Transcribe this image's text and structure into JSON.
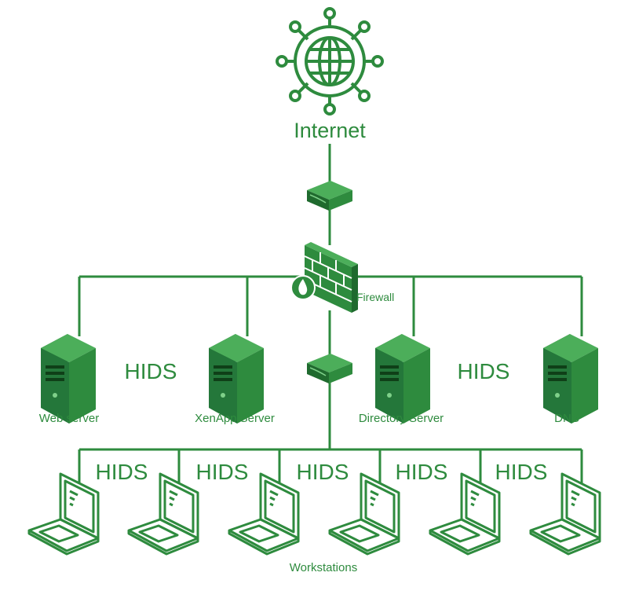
{
  "colors": {
    "line": "#2e8b3e",
    "fill_dark": "#1f6a2e",
    "fill_mid": "#2e8b3e",
    "fill_light": "#4cae5a"
  },
  "nodes": {
    "internet": {
      "label": "Internet",
      "icon": "globe-network-icon"
    },
    "firewall": {
      "label": "Firewall",
      "icon": "firewall-brick-icon"
    },
    "router_top": {
      "icon": "router-icon"
    },
    "router_mid": {
      "icon": "router-icon"
    },
    "servers": [
      {
        "label": "Web server",
        "icon": "server-icon"
      },
      {
        "label": "XenApp Server",
        "icon": "server-icon"
      },
      {
        "label": "Directory Server",
        "icon": "server-icon"
      },
      {
        "label": "DNS",
        "icon": "server-icon"
      }
    ],
    "server_hids": [
      "HIDS",
      "HIDS"
    ],
    "workstation_hids": [
      "HIDS",
      "HIDS",
      "HIDS",
      "HIDS",
      "HIDS"
    ],
    "workstations": {
      "label": "Workstations",
      "count": 6,
      "icon": "laptop-icon"
    }
  }
}
